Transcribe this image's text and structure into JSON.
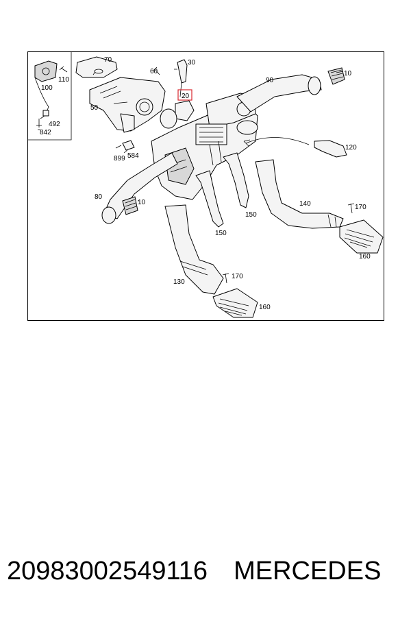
{
  "diagram": {
    "callouts": {
      "p10a": "10",
      "p10b": "10",
      "p20": "20",
      "p30": "30",
      "p50": "50",
      "p60": "60",
      "p70": "70",
      "p80": "80",
      "p90": "90",
      "p100": "100",
      "p110": "110",
      "p120": "120",
      "p130": "130",
      "p140": "140",
      "p150a": "150",
      "p150b": "150",
      "p160a": "160",
      "p160b": "160",
      "p170a": "170",
      "p170b": "170",
      "p492": "492",
      "p584": "584",
      "p842": "842",
      "p899": "899"
    },
    "highlight_color": "#d9272e"
  },
  "caption": {
    "part_number": "20983002549116",
    "brand": "MERCEDES"
  }
}
